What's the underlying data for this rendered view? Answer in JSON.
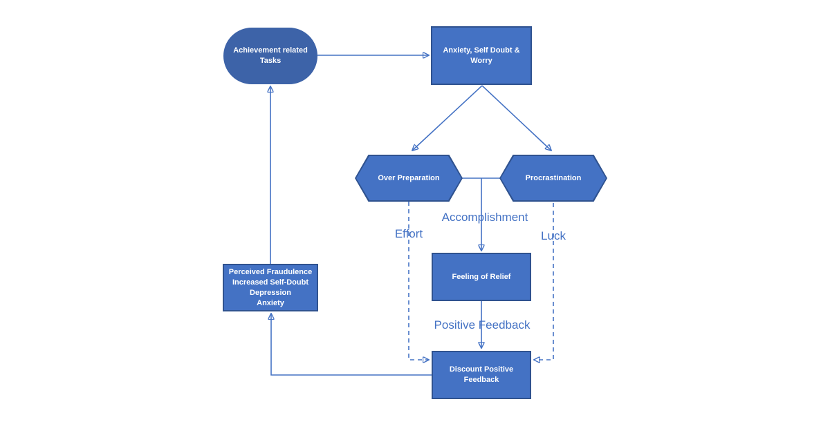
{
  "colors": {
    "node_fill": "#4472C4",
    "node_border": "#2F528F",
    "stadium_fill": "#3D63A8",
    "line": "#4472C4",
    "label_text": "#4472C4",
    "node_text": "#FFFFFF",
    "background": "#FFFFFF"
  },
  "nodes": {
    "achievement_tasks": {
      "lines": [
        "Achievement related",
        "Tasks"
      ]
    },
    "anxiety": {
      "lines": [
        "Anxiety, Self Doubt &",
        "Worry"
      ]
    },
    "over_preparation": {
      "lines": [
        "Over Preparation"
      ]
    },
    "procrastination": {
      "lines": [
        "Procrastination"
      ]
    },
    "feeling_of_relief": {
      "lines": [
        "Feeling of Relief"
      ]
    },
    "discount_positive_feedback": {
      "lines": [
        "Discount Positive",
        "Feedback"
      ]
    },
    "perceived_fraudulence": {
      "lines": [
        "Perceived Fraudulence",
        "Increased Self-Doubt",
        "Depression",
        "Anxiety"
      ]
    }
  },
  "edge_labels": {
    "accomplishment": "Accomplishment",
    "effort": "Effort",
    "luck": "Luck",
    "positive_feedback": "Positive Feedback"
  }
}
